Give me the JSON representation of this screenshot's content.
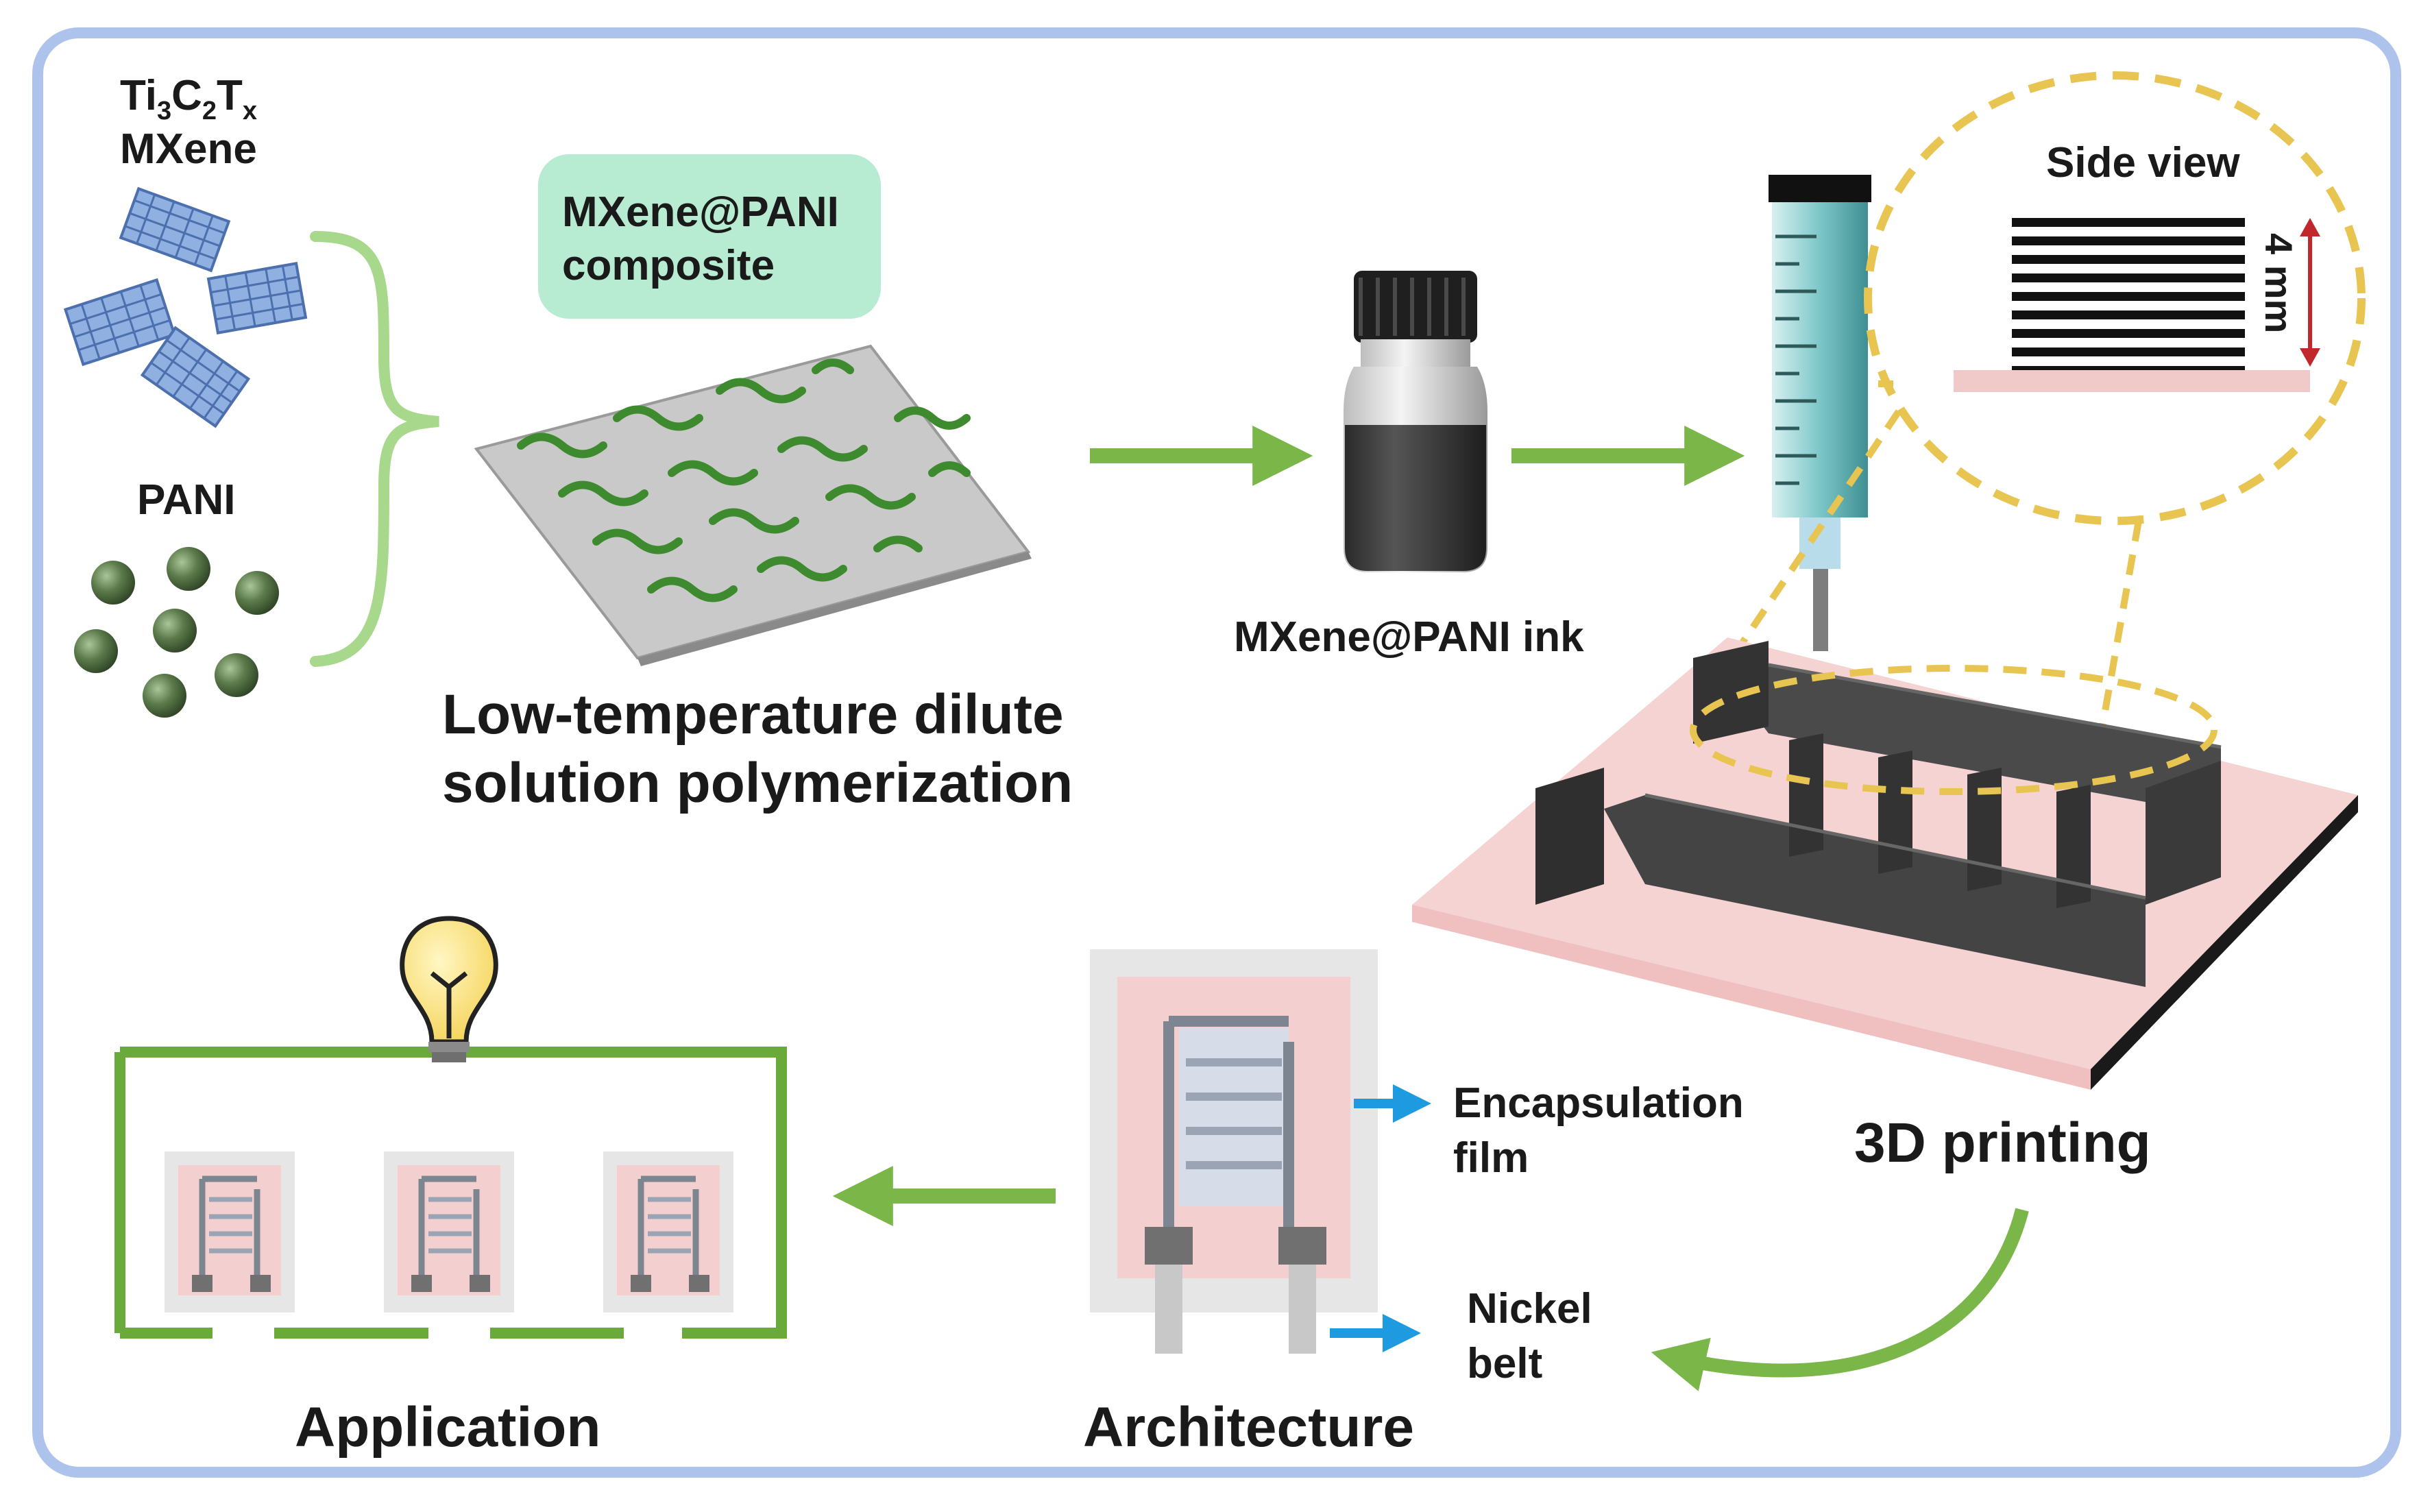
{
  "materials": {
    "mxene_formula": {
      "ti": "Ti",
      "ti_sub": "3",
      "c": "C",
      "c_sub": "2",
      "t": "T",
      "t_sub": "x"
    },
    "mxene_word": "MXene",
    "pani": "PANI"
  },
  "composite": {
    "line1": "MXene@PANI",
    "line2": "composite",
    "caption_line1": "Low-temperature dilute",
    "caption_line2": "solution polymerization"
  },
  "ink": {
    "label": "MXene@PANI ink"
  },
  "printing": {
    "side_view": "Side view",
    "height": "4 mm",
    "caption": "3D printing"
  },
  "architecture": {
    "encapsulation_line1": "Encapsulation",
    "encapsulation_line2": "film",
    "nickel_line1": "Nickel",
    "nickel_line2": "belt",
    "caption": "Architecture"
  },
  "application": {
    "caption": "Application"
  },
  "colors": {
    "frame": "#aec3ec",
    "green_arrow": "#7ab648",
    "blue_arrow": "#1e9be0",
    "composite_box": "#b7ecd2",
    "pani_sphere": "#5b7a4a",
    "chain": "#3e8a2e",
    "dashed_zoom": "#e8c451",
    "pink_plate": "#f6d3d3",
    "printed_structure": "#3f3f3f"
  }
}
